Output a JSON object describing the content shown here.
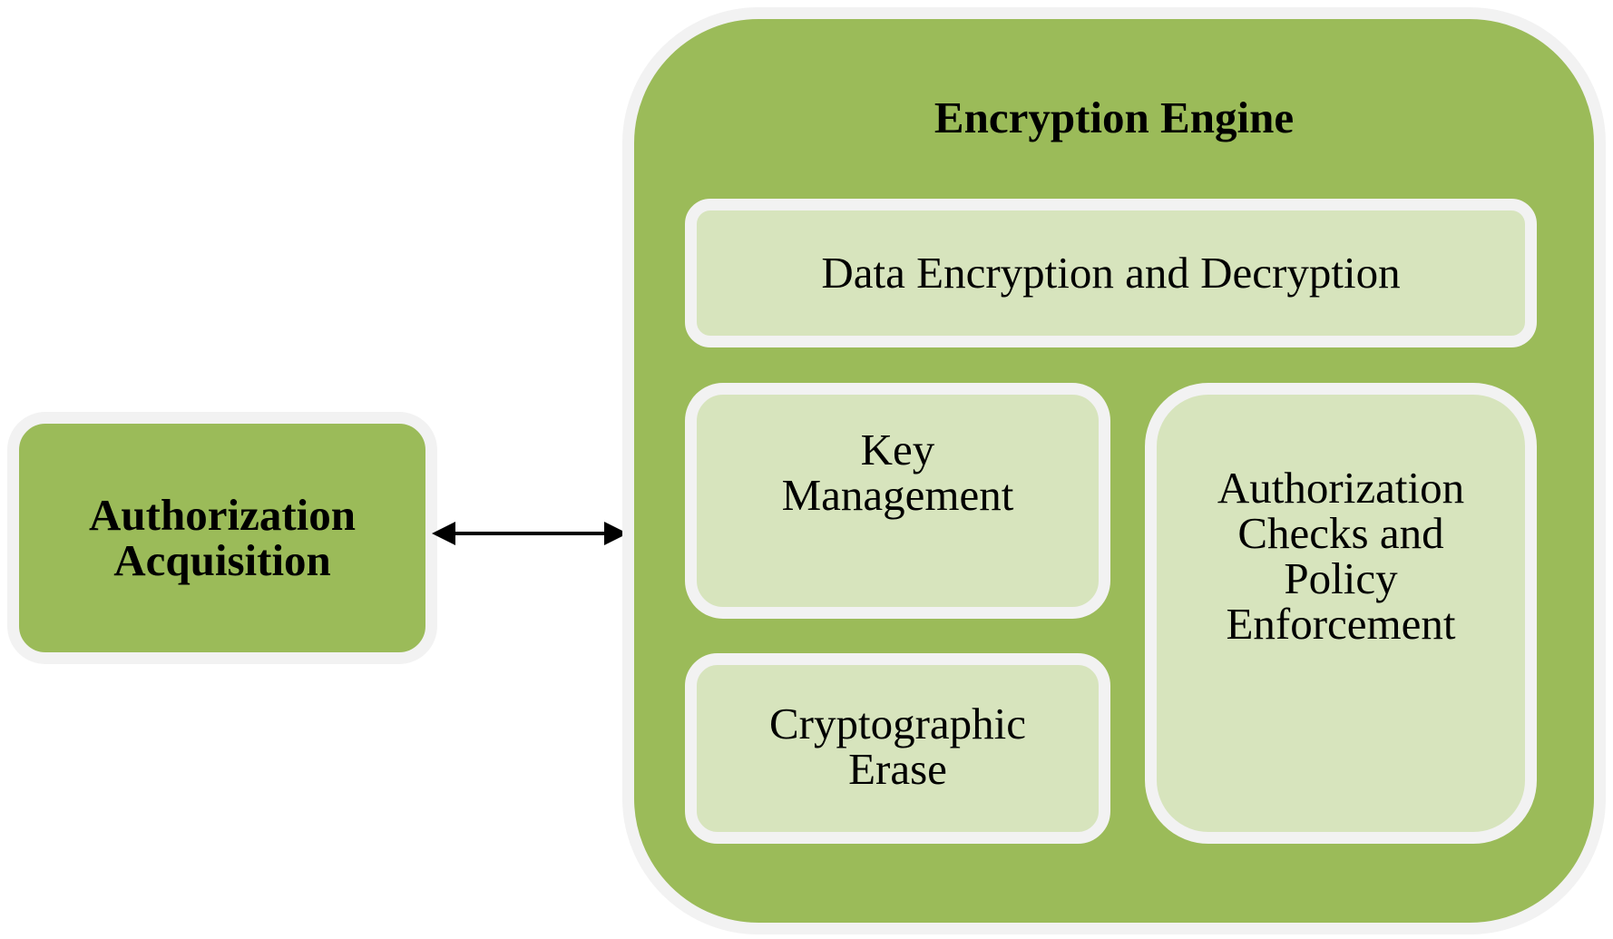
{
  "left_box": {
    "label": "Authorization\nAcquisition"
  },
  "engine": {
    "title": "Encryption Engine",
    "components": {
      "data_encryption": "Data Encryption and Decryption",
      "key_management": "Key\nManagement",
      "cryptographic_erase": "Cryptographic\nErase",
      "authorization_checks": "Authorization\nChecks and\nPolicy\nEnforcement"
    }
  },
  "colors": {
    "outer_green": "#9bbb59",
    "inner_green": "#d7e4bd",
    "border": "#f2f2f2",
    "arrow": "#000000"
  }
}
